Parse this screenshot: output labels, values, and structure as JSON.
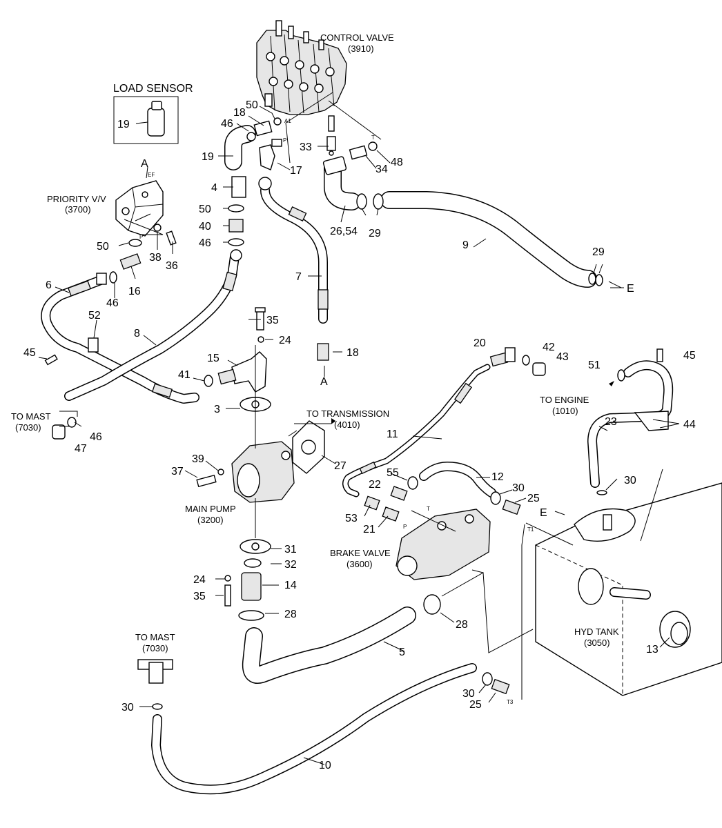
{
  "captions": {
    "load_sensor": "LOAD SENSOR",
    "control_valve": "CONTROL VALVE",
    "control_valve_ref": "(3910)",
    "priority_valve": "PRIORITY V/V",
    "priority_valve_ref": "(3700)",
    "to_mast_1": "TO MAST",
    "to_mast_1_ref": "(7030)",
    "to_transmission": "TO TRANSMISSION",
    "to_transmission_ref": "(4010)",
    "main_pump": "MAIN PUMP",
    "main_pump_ref": "(3200)",
    "brake_valve": "BRAKE VALVE",
    "brake_valve_ref": "(3600)",
    "to_engine": "TO ENGINE",
    "to_engine_ref": "(1010)",
    "hyd_tank": "HYD TANK",
    "hyd_tank_ref": "(3050)",
    "to_mast_2": "TO MAST",
    "to_mast_2_ref": "(7030)"
  },
  "port_marks": {
    "a1": "A1",
    "p_control": "P",
    "t_control": "T",
    "ef": "EF",
    "p_priority": "P",
    "t_brake": "T",
    "p_brake": "P",
    "t1": "T1",
    "t3": "T3"
  },
  "connectors": {
    "a_top": "A",
    "a_bottom": "A",
    "e_right": "E",
    "e_tank": "E"
  },
  "callouts": {
    "c19_sensor": "19",
    "c50_a": "50",
    "c18_a": "18",
    "c46_a": "46",
    "c19_hose": "19",
    "c33": "33",
    "c48": "48",
    "c34": "34",
    "c17": "17",
    "c4": "4",
    "c50_b": "50",
    "c40": "40",
    "c46_b": "46",
    "c26_54": "26,54",
    "c29_a": "29",
    "c9": "9",
    "c29_b": "29",
    "c50_c": "50",
    "c38": "38",
    "c36": "36",
    "c16": "16",
    "c6": "6",
    "c46_c": "46",
    "c7": "7",
    "c35_a": "35",
    "c52": "52",
    "c8": "8",
    "c24_a": "24",
    "c18_b": "18",
    "c45_a": "45",
    "c15": "15",
    "c41": "41",
    "c20": "20",
    "c42": "42",
    "c43": "43",
    "c51": "51",
    "c45_b": "45",
    "c3": "3",
    "c46_d": "46",
    "c47": "47",
    "c11": "11",
    "c23": "23",
    "c44": "44",
    "c27": "27",
    "c39": "39",
    "c37": "37",
    "c55": "55",
    "c12": "12",
    "c22": "22",
    "c30_a": "30",
    "c25_a": "25",
    "c30_b": "30",
    "c53": "53",
    "c21": "21",
    "c31": "31",
    "c32": "32",
    "c24_b": "24",
    "c14": "14",
    "c35_b": "35",
    "c28_a": "28",
    "c28_b": "28",
    "c13": "13",
    "c5": "5",
    "c30_c": "30",
    "c30_d": "30",
    "c25_b": "25",
    "c10": "10"
  }
}
